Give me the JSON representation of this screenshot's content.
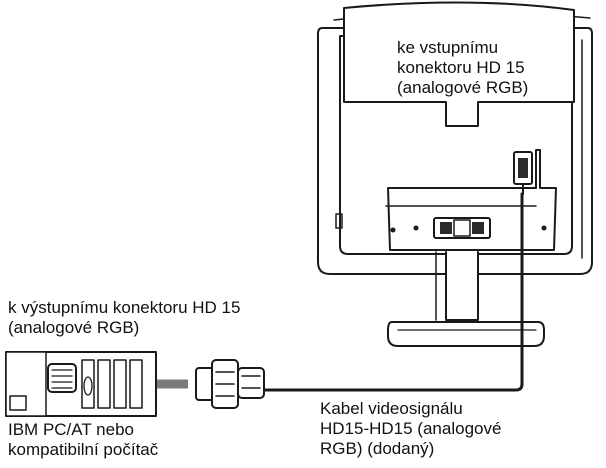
{
  "labels": {
    "monitor_input": [
      "ke vstupnímu",
      "konektoru HD 15",
      "(analogové RGB)"
    ],
    "pc_output": [
      "k výstupnímu konektoru HD 15",
      "(analogové RGB)"
    ],
    "cable": [
      "Kabel videosignálu",
      "HD15-HD15 (analogové",
      "RGB) (dodaný)"
    ],
    "computer": [
      "IBM PC/AT nebo",
      "kompatibilní počítač"
    ]
  },
  "colors": {
    "line": "#1a1a1a",
    "fill": "#ffffff",
    "dark": "#2a2a2a",
    "arrow": "#7a7a7a"
  }
}
